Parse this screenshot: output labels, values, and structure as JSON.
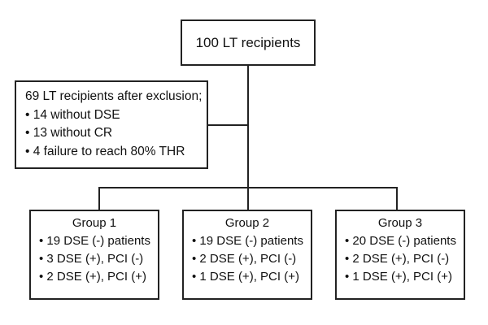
{
  "top": {
    "label": "100 LT recipients"
  },
  "exclusion": {
    "title": "69 LT recipients after exclusion;",
    "items": [
      "• 14 without DSE",
      "• 13 without CR",
      "• 4 failure to reach 80% THR"
    ]
  },
  "groups": [
    {
      "title": "Group 1",
      "items": [
        "• 19 DSE (-) patients",
        "• 3 DSE (+), PCI (-)",
        "• 2 DSE (+), PCI (+)"
      ]
    },
    {
      "title": "Group 2",
      "items": [
        "• 19 DSE (-) patients",
        "• 2 DSE (+), PCI (-)",
        "• 1 DSE (+), PCI (+)"
      ]
    },
    {
      "title": "Group 3",
      "items": [
        "• 20 DSE (-) patients",
        "• 2 DSE (+), PCI (-)",
        "• 1 DSE (+), PCI (+)"
      ]
    }
  ]
}
